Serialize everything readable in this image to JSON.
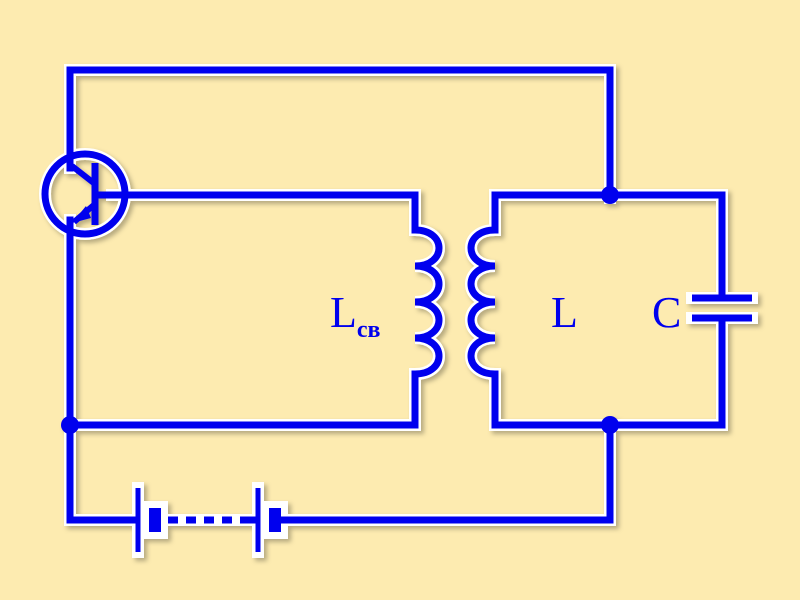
{
  "colors": {
    "background": "#FDEBB0",
    "wire": "#0000EE",
    "outline": "#FFFFFF"
  },
  "labels": {
    "feedback_coil_main": "L",
    "feedback_coil_sub": "св",
    "tank_coil": "L",
    "capacitor": "C"
  },
  "components": {
    "transistor": "transistor-icon",
    "feedback_coil": "inductor-icon",
    "tank_coil": "inductor-icon",
    "capacitor": "capacitor-icon",
    "battery": "battery-icon"
  }
}
